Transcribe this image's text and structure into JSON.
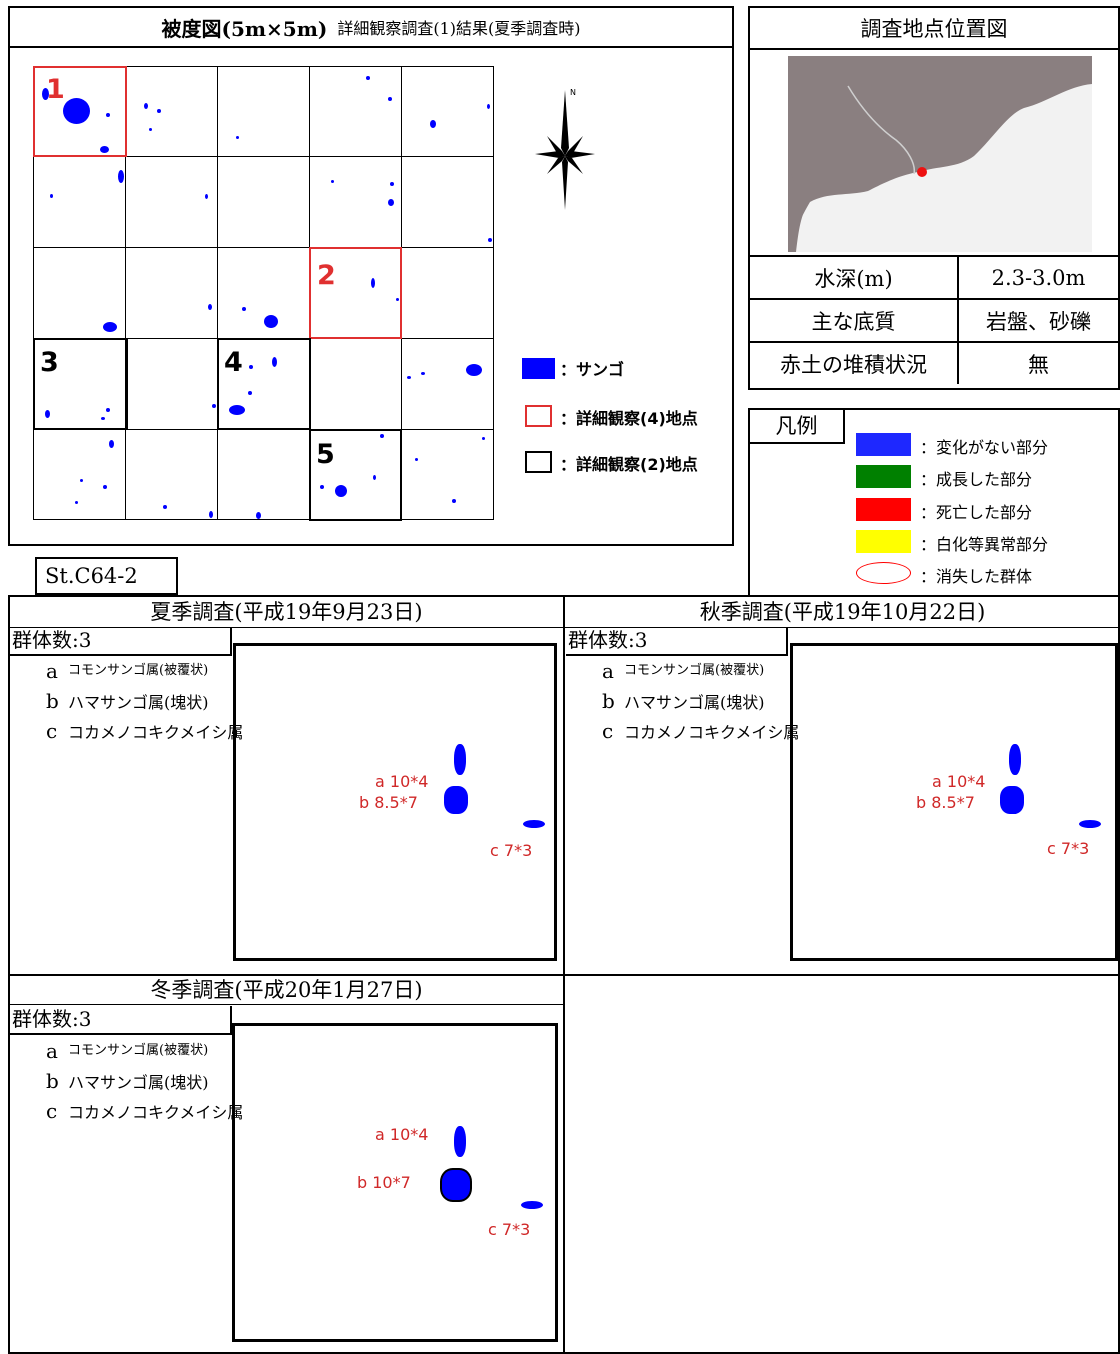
{
  "coverage": {
    "title_bold": "被度図(5m×5m)",
    "title_rest": "詳細観察調査(1)結果(夏季調査時)",
    "markers": [
      "1",
      "2",
      "3",
      "4",
      "5"
    ],
    "legend": {
      "coral": "：サンゴ",
      "red_box": "：詳細観察(4)地点",
      "black_box": "：詳細観察(2)地点"
    },
    "compass_letter": "N"
  },
  "location": {
    "title": "調査地点位置図",
    "rows": [
      {
        "label": "水深(m)",
        "value": "2.3-3.0m"
      },
      {
        "label": "主な底質",
        "value": "岩盤、砂礫"
      },
      {
        "label": "赤土の堆積状況",
        "value": "無"
      }
    ]
  },
  "legend": {
    "title": "凡例",
    "items": [
      {
        "color": "#1e28ff",
        "label": "：変化がない部分"
      },
      {
        "color": "#008000",
        "label": "：成長した部分"
      },
      {
        "color": "#ff0000",
        "label": "：死亡した部分"
      },
      {
        "color": "#ffff00",
        "label": "：白化等異常部分"
      },
      {
        "color": "#ff0000",
        "label": "：消失した群体"
      }
    ]
  },
  "station": "St.C64-2",
  "surveys": [
    {
      "title": "夏季調査(平成19年9月23日)",
      "count": "群体数:3",
      "species": [
        {
          "letter": "a",
          "name": "コモンサンゴ属(被覆状)"
        },
        {
          "letter": "b",
          "name": "ハマサンゴ属(塊状)"
        },
        {
          "letter": "c",
          "name": "コカメノコキクメイシ属"
        }
      ],
      "colonies": [
        {
          "label": "a 10*4"
        },
        {
          "label": "b 8.5*7"
        },
        {
          "label": "c 7*3"
        }
      ]
    },
    {
      "title": "秋季調査(平成19年10月22日)",
      "count": "群体数:3",
      "species": [
        {
          "letter": "a",
          "name": "コモンサンゴ属(被覆状)"
        },
        {
          "letter": "b",
          "name": "ハマサンゴ属(塊状)"
        },
        {
          "letter": "c",
          "name": "コカメノコキクメイシ属"
        }
      ],
      "colonies": [
        {
          "label": "a 10*4"
        },
        {
          "label": "b 8.5*7"
        },
        {
          "label": "c 7*3"
        }
      ]
    },
    {
      "title": "冬季調査(平成20年1月27日)",
      "count": "群体数:3",
      "species": [
        {
          "letter": "a",
          "name": "コモンサンゴ属(被覆状)"
        },
        {
          "letter": "b",
          "name": "ハマサンゴ属(塊状)"
        },
        {
          "letter": "c",
          "name": "コカメノコキクメイシ属"
        }
      ],
      "colonies": [
        {
          "label": "a 10*4"
        },
        {
          "label": "b 10*7"
        },
        {
          "label": "c 7*3"
        }
      ]
    }
  ]
}
